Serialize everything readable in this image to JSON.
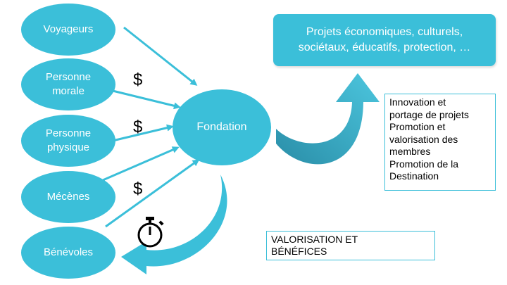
{
  "nodes": {
    "voyageurs": "Voyageurs",
    "personne_morale": [
      "Personne",
      "morale"
    ],
    "personne_physique": [
      "Personne",
      "physique"
    ],
    "mecenes": "Mécènes",
    "benevoles": "Bénévoles",
    "fondation": "Fondation"
  },
  "dollar_symbol": "$",
  "projets": [
    "Projets économiques, culturels,",
    "sociétaux, éducatifs, protection, …"
  ],
  "benefits": [
    "Innovation et",
    "portage de projets",
    "Promotion et",
    "valorisation des",
    "membres",
    "Promotion de la",
    "Destination"
  ],
  "valorisation": [
    "VALORISATION ET",
    "BÉNÉFICES"
  ],
  "colors": {
    "accent": "#3bbfd9",
    "text": "#000000",
    "label": "#ffffff"
  },
  "icons": {
    "timer": "stopwatch-icon"
  }
}
